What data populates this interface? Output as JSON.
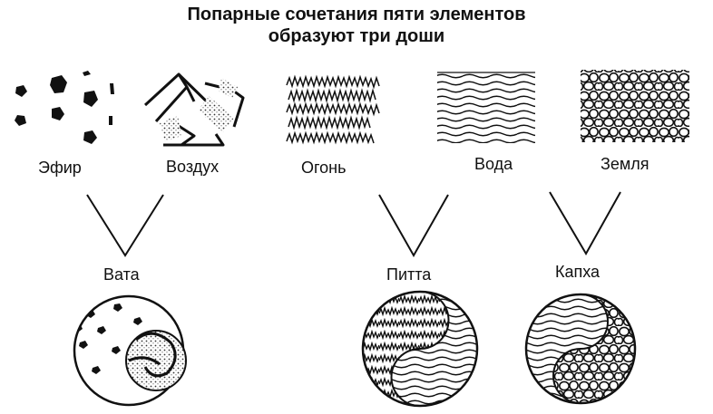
{
  "title": {
    "line1": "Попарные сочетания пяти элементов",
    "line2": "образуют три доши"
  },
  "elements": {
    "ether": "Эфир",
    "air": "Воздух",
    "fire": "Огонь",
    "water": "Вода",
    "earth": "Земля"
  },
  "doshas": {
    "vata": "Вата",
    "pitta": "Питта",
    "kapha": "Капха"
  },
  "colors": {
    "ink": "#111111",
    "background": "#ffffff"
  }
}
